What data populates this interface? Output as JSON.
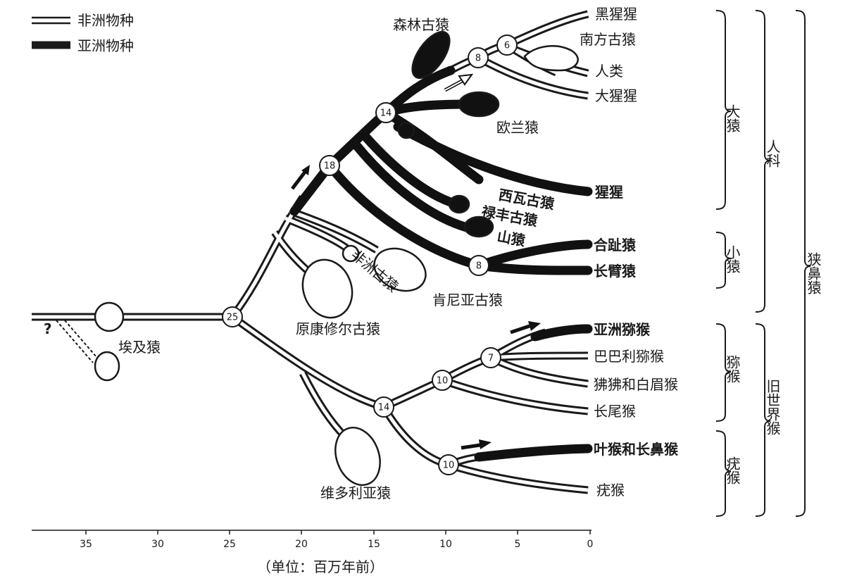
{
  "legend": {
    "african": "非洲物种",
    "asian": "亚洲物种"
  },
  "unknown_mark": "?",
  "nodes": {
    "n25": "25",
    "n18": "18",
    "n14a": "14",
    "n8a": "8",
    "n6": "6",
    "n8b": "8",
    "n14b": "14",
    "n10a": "10",
    "n7": "7",
    "n10b": "10"
  },
  "taxa": {
    "chimp": "黑猩猩",
    "australopith": "南方古猿",
    "human": "人类",
    "gorilla": "大猩猩",
    "dryopith": "森林古猿",
    "ouranopith": "欧兰猿",
    "orangutan": "猩猩",
    "sivapith": "西瓦古猿",
    "lufengpith": "禄丰古猿",
    "oreopith": "山猿",
    "siamang": "合趾猿",
    "gibbon": "长臂猿",
    "afropith": "非洲古猿",
    "kenyapith": "肯尼亚古猿",
    "proconsul": "原康修尔古猿",
    "aegyptopith": "埃及猿",
    "victoriapith": "维多利亚猿",
    "asian_macaque": "亚洲猕猴",
    "barbary_macaque": "巴巴利猕猴",
    "baboon_mangabey": "狒狒和白眉猴",
    "guenon": "长尾猴",
    "langur_proboscis": "叶猴和长鼻猴",
    "colobus": "疣猴"
  },
  "groups": {
    "great_apes": "大猿",
    "lesser_apes": "小猿",
    "hominoids": "人科",
    "macaques": "猕猴",
    "colobines": "疣猴",
    "old_world_monkeys": "旧世界猴",
    "catarrhines": "狭鼻猿"
  },
  "axis": {
    "ticks": [
      "35",
      "30",
      "25",
      "20",
      "15",
      "10",
      "5",
      "0"
    ],
    "unit_label": "（单位：百万年前）"
  }
}
